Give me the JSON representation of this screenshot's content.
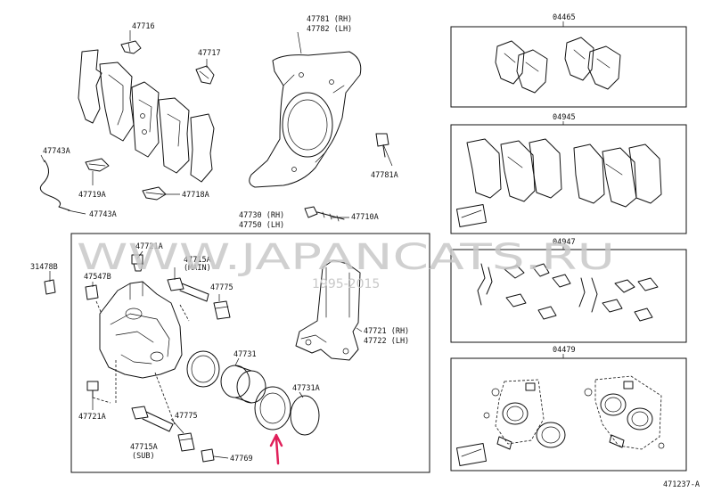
{
  "labels": {
    "p47716": "47716",
    "p47717": "47717",
    "p47781_rh": "47781 (RH)",
    "p47782_lh": "47782 (LH)",
    "p47781a": "47781A",
    "p47743a_top": "47743A",
    "p47743a_bot": "47743A",
    "p47719a": "47719A",
    "p47718a": "47718A",
    "p47730_rh": "47730 (RH)",
    "p47750_lh": "47750 (LH)",
    "p47710a": "47710A",
    "p31478b": "31478B",
    "p47721a_top": "47721A",
    "p47715a_main_num": "47715A",
    "p47715a_main_tag": "(MAIN)",
    "p47547b": "47547B",
    "p47775_top": "47775",
    "p47721_rh": "47721 (RH)",
    "p47722_lh": "47722 (LH)",
    "p47731": "47731",
    "p47731a": "47731A",
    "p47721a_bot": "47721A",
    "p47775_bot": "47775",
    "p47715a_sub_num": "47715A",
    "p47715a_sub_tag": "(SUB)",
    "p47769": "47769",
    "k04465": "04465",
    "k04945": "04945",
    "k04947": "04947",
    "k04479": "04479",
    "figure_code": "471237-A"
  },
  "watermark": {
    "text": "WWW.JAPANCATS.RU",
    "subtext": "1995-2015"
  },
  "colors": {
    "line": "#111111",
    "watermark": "#c8c8c8",
    "arrow": "#e0205a"
  }
}
